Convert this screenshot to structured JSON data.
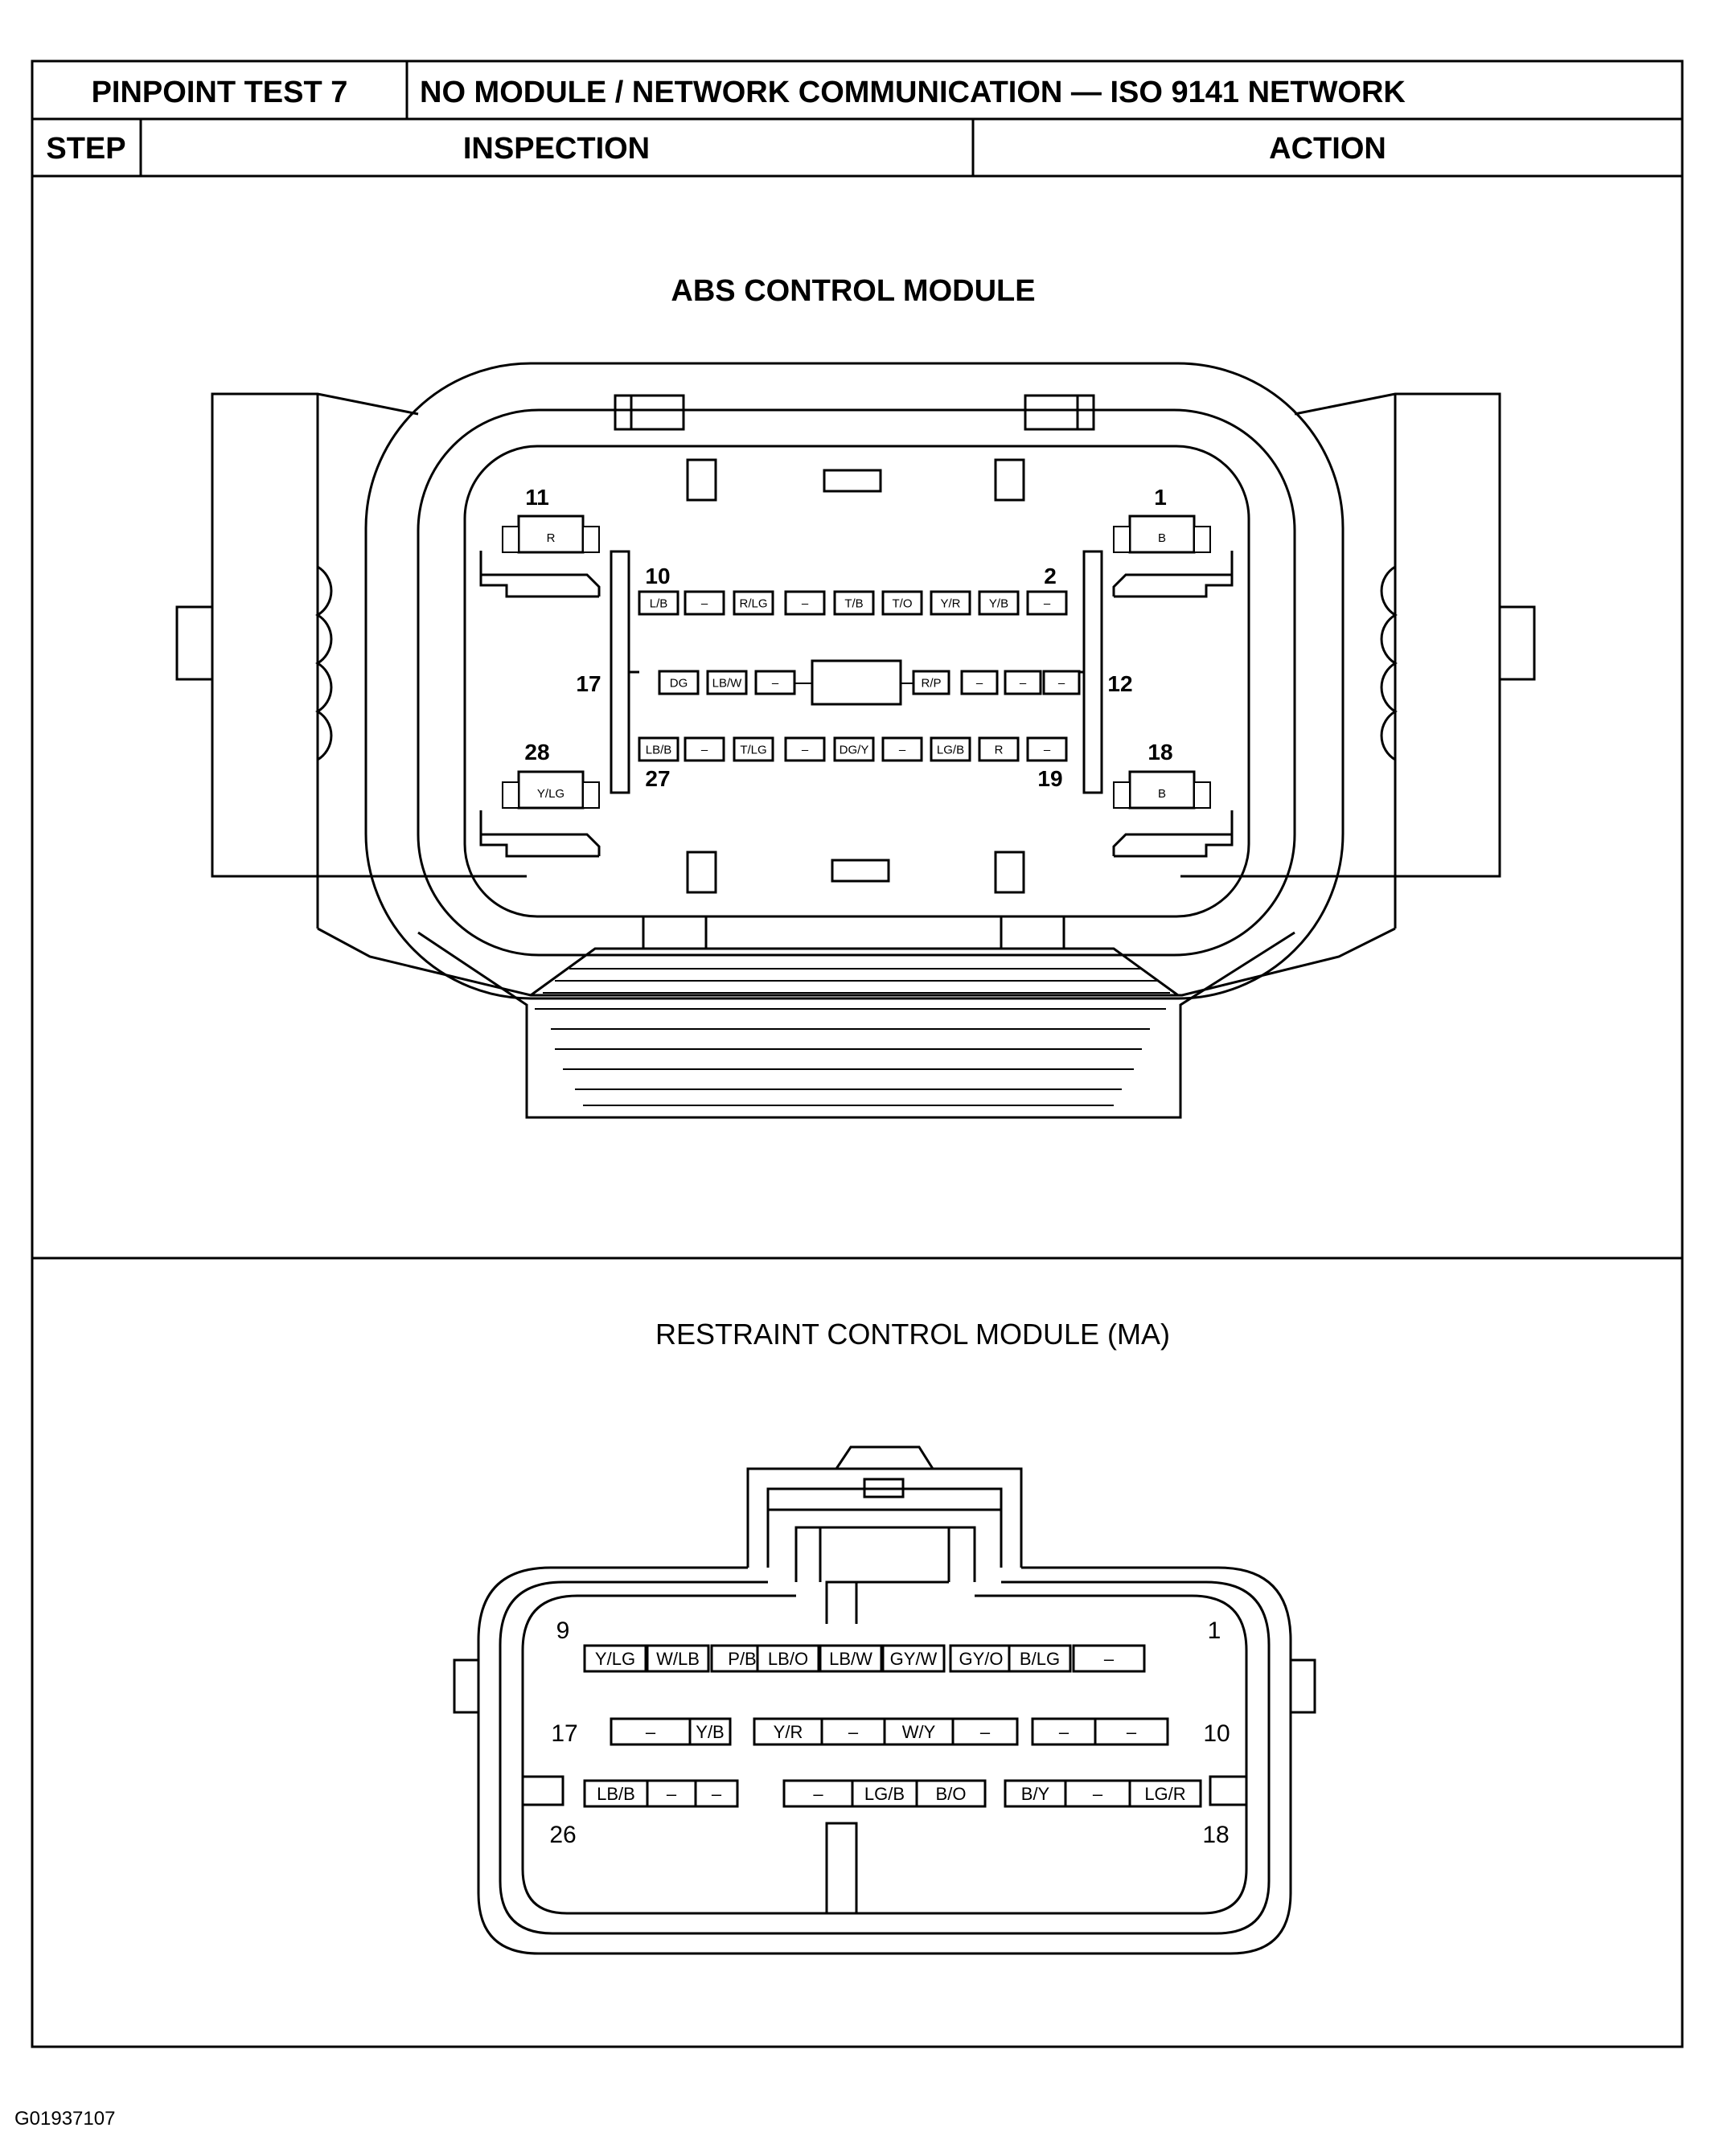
{
  "header": {
    "test_label": "PINPOINT TEST 7",
    "test_title": "NO MODULE / NETWORK COMMUNICATION — ISO 9141 NETWORK",
    "col_step": "STEP",
    "col_inspection": "INSPECTION",
    "col_action": "ACTION"
  },
  "abs": {
    "title": "ABS CONTROL MODULE",
    "corner_pins": [
      {
        "num": "11",
        "wire": "R"
      },
      {
        "num": "1",
        "wire": "B"
      },
      {
        "num": "28",
        "wire": "Y/LG"
      },
      {
        "num": "18",
        "wire": "B"
      }
    ],
    "row1": [
      "L/B",
      "–",
      "R/LG",
      "–",
      "T/B",
      "T/O",
      "Y/R",
      "Y/B",
      "–"
    ],
    "row2_left": [
      "DG",
      "LB/W",
      "–"
    ],
    "row2_right": [
      "R/P",
      "–",
      "–",
      "–"
    ],
    "row3": [
      "LB/B",
      "–",
      "T/LG",
      "–",
      "DG/Y",
      "–",
      "LG/B",
      "R",
      "–"
    ],
    "pin_numbers": {
      "r1_left": "10",
      "r1_right": "2",
      "r2_left": "17",
      "r2_right": "12",
      "r3_left": "27",
      "r3_right": "19"
    }
  },
  "rcm": {
    "title": "RESTRAINT CONTROL MODULE (MA)",
    "row1": [
      "Y/LG",
      "W/LB",
      "P/B",
      "LB/O",
      "LB/W",
      "GY/W",
      "GY/O",
      "B/LG",
      "–"
    ],
    "row2": [
      "–",
      "Y/B",
      "Y/R",
      "–",
      "W/Y",
      "–",
      "–",
      "–"
    ],
    "row3": [
      "LB/B",
      "–",
      "–",
      "–",
      "LG/B",
      "B/O",
      "B/Y",
      "–",
      "LG/R"
    ],
    "pin_numbers": {
      "r1_left": "9",
      "r1_right": "1",
      "r2_left": "17",
      "r2_right": "10",
      "r3_left": "26",
      "r3_right": "18"
    }
  },
  "footer": {
    "figure_id": "G01937107"
  }
}
